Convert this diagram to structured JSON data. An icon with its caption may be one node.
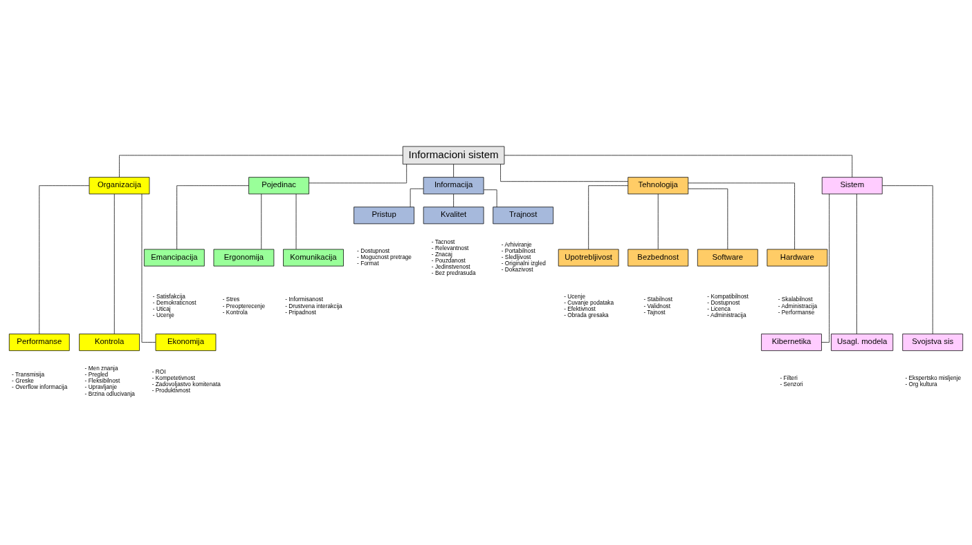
{
  "diagram": {
    "nodes": [
      {
        "text": [
          "Informacioni sistem"
        ]
      },
      {
        "text": [
          "Organizacija"
        ]
      },
      {
        "text": [
          "Pojedinac"
        ]
      },
      {
        "text": [
          "Informacija"
        ]
      },
      {
        "text": [
          "Tehnologija"
        ]
      },
      {
        "text": [
          "Sistem"
        ]
      },
      {
        "text": [
          "Pristup"
        ],
        "beside": [
          "- Dostupnost",
          "- Mogucnost pretrage",
          "- Format"
        ]
      },
      {
        "text": [
          "Kvalitet"
        ],
        "beside": [
          "- Tacnost",
          "- Relevantnost",
          "- Znacaj",
          "- Pouzdanost",
          "- Jedinstvenost",
          "- Bez predrasuda"
        ]
      },
      {
        "text": [
          "Trajnost"
        ],
        "beside": [
          "- Arhiviranje",
          "- Portabilnost",
          "- Sledljivost",
          "- Originalni izgled",
          "- Dokazivost"
        ]
      },
      {
        "text": [
          "Emancipacija"
        ],
        "beside": [
          "- Satisfakcija",
          "- Demokraticnost",
          "- Uticaj",
          "- Ucenje"
        ]
      },
      {
        "text": [
          "Ergonomija"
        ],
        "beside": [
          "- Stres",
          "- Preopterecenje",
          "- Kontrola"
        ]
      },
      {
        "text": [
          "Komunikacija"
        ],
        "beside": [
          "- Informisanost",
          "- Drustvena interakcija",
          "- Pripadnost"
        ]
      },
      {
        "text": [
          "Upotrebljivost"
        ],
        "beside": [
          "- Ucenje",
          "- Cuvanje podataka",
          "- Efektivnost",
          "- Obrada gresaka"
        ]
      },
      {
        "text": [
          "Bezbednost"
        ],
        "beside": [
          "- Stabilnost",
          "- Validnost",
          "- Tajnost"
        ]
      },
      {
        "text": [
          "Software"
        ],
        "beside": [
          "- Kompatibilnost",
          "- Dostupnost",
          "- Licenca",
          "- Administracija"
        ]
      },
      {
        "text": [
          "Hardware"
        ],
        "beside": [
          "- Skalabilnost",
          "- Administracija",
          "- Performanse"
        ]
      },
      {
        "text": [
          "Performanse"
        ],
        "beside": [
          "- Transmisija",
          "- Greske",
          "- Overflow informacija"
        ]
      },
      {
        "text": [
          "Kontrola"
        ],
        "beside": [
          "- Men znanja",
          "- Pregled",
          "- Fleksibilnost",
          "- Upravljanje",
          "- Brzina odlucivanja"
        ]
      },
      {
        "text": [
          "Ekonomija"
        ],
        "beside": [
          "- ROI",
          "- Kompetetivnost",
          "- Zadovoljastvo komitenata",
          "- Produktivnost"
        ]
      },
      {
        "text": [
          "Kibernetika"
        ],
        "beside": [
          "- Filteri",
          "- Senzori"
        ]
      },
      {
        "text": [
          "Usagl. modela"
        ]
      },
      {
        "text": [
          "Svojstva sis"
        ],
        "beside": [
          "- Ekspertsko misljenje",
          "- Org kultura"
        ]
      }
    ],
    "edges": [
      {
        "from": 0,
        "to": 1,
        "arrow": "none"
      },
      {
        "from": 0,
        "to": 2,
        "arrow": "none"
      },
      {
        "from": 0,
        "to": 3,
        "arrow": "none"
      },
      {
        "from": 0,
        "to": 4,
        "arrow": "none"
      },
      {
        "from": 0,
        "to": 5,
        "arrow": "none"
      },
      {
        "from": 3,
        "to": 6,
        "arrow": "none"
      },
      {
        "from": 3,
        "to": 7,
        "arrow": "none"
      },
      {
        "from": 3,
        "to": 8,
        "arrow": "none"
      },
      {
        "from": 2,
        "to": 9,
        "arrow": "none"
      },
      {
        "from": 2,
        "to": 10,
        "arrow": "none"
      },
      {
        "from": 2,
        "to": 11,
        "arrow": "none"
      },
      {
        "from": 4,
        "to": 12,
        "arrow": "none"
      },
      {
        "from": 4,
        "to": 13,
        "arrow": "none"
      },
      {
        "from": 4,
        "to": 14,
        "arrow": "none"
      },
      {
        "from": 4,
        "to": 15,
        "arrow": "none"
      },
      {
        "from": 1,
        "to": 16,
        "arrow": "none"
      },
      {
        "from": 1,
        "to": 17,
        "arrow": "none"
      },
      {
        "from": 1,
        "to": 18,
        "arrow": "none"
      },
      {
        "from": 5,
        "to": 19,
        "arrow": "none"
      },
      {
        "from": 5,
        "to": 20,
        "arrow": "none"
      },
      {
        "from": 5,
        "to": 21,
        "arrow": "none"
      }
    ]
  }
}
